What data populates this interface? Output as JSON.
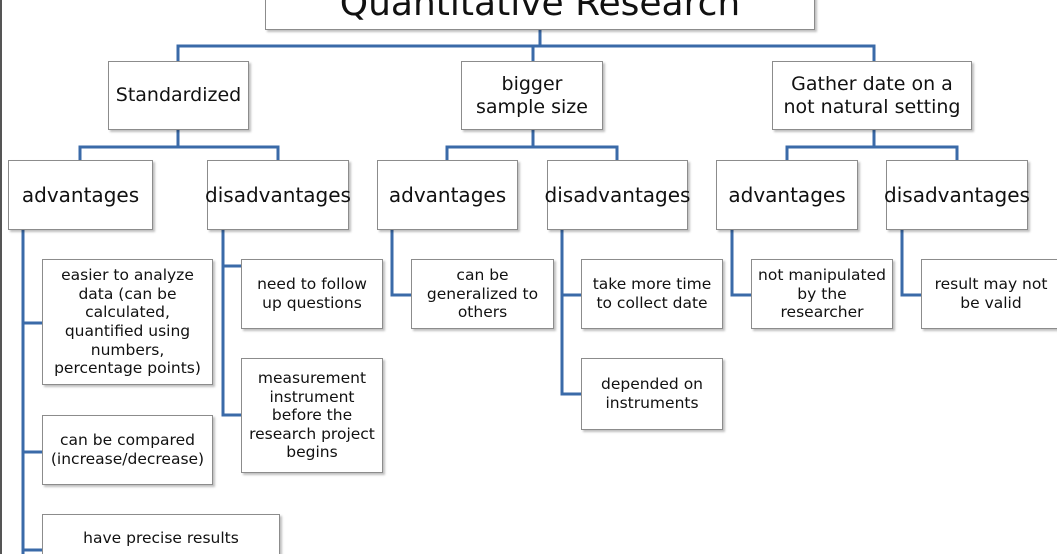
{
  "diagram": {
    "root": "Quantitative Research",
    "level1": [
      {
        "label": "Standardized",
        "advantages": {
          "label": "advantages",
          "items": [
            "easier to analyze data (can be calculated, quantified using numbers, percentage points)",
            "can be compared (increase/decrease)",
            "have precise results"
          ]
        },
        "disadvantages": {
          "label": "disadvantages",
          "items": [
            "need to follow up questions",
            "measurement instrument before the research project begins"
          ]
        }
      },
      {
        "label": "bigger sample size",
        "advantages": {
          "label": "advantages",
          "items": [
            "can be generalized to others"
          ]
        },
        "disadvantages": {
          "label": "disadvantages",
          "items": [
            "take more time to collect date",
            "depended on instruments"
          ]
        }
      },
      {
        "label": "Gather date on a not natural setting",
        "advantages": {
          "label": "advantages",
          "items": [
            "not manipulated by the researcher"
          ]
        },
        "disadvantages": {
          "label": "disadvantages",
          "items": [
            "result may not be valid"
          ]
        }
      }
    ]
  },
  "colors": {
    "connector": "#3a6aa8",
    "box_border": "#8c8c8c"
  }
}
